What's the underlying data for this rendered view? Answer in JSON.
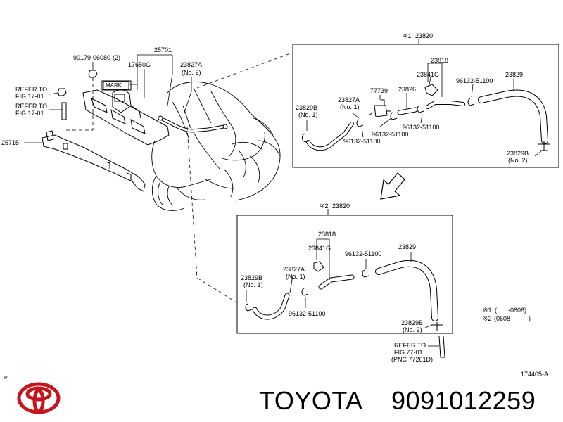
{
  "brand": {
    "name": "TOYOTA",
    "part_number": "9091012259",
    "logo_icon": "toyota-logo-icon",
    "small_mark": "P"
  },
  "diagram_ref": "174405-A",
  "notes": {
    "line1_mark": "※1",
    "line1_paren_open": "(",
    "line1_range": "-0608)",
    "line2_mark": "※2",
    "line2_range": "(0608-",
    "line2_paren_close": ")"
  },
  "main_view": {
    "p_90179": "90179-06080",
    "p_90179_qty": "(2)",
    "p_25701": "25701",
    "p_17650g": "17650G",
    "p_23827a": "23827A",
    "p_23827a_sub": "(No. 2)",
    "mark_label": "MARK",
    "refer1_a": "REFER TO",
    "refer1_b": "FIG   17-01",
    "refer2_a": "REFER TO",
    "refer2_b": "FIG   17-01",
    "p_25715": "25715"
  },
  "box1": {
    "title_mark": "※1",
    "title_part": "23820",
    "p_23818": "23818",
    "p_23841g": "23841G",
    "p_77739": "77739",
    "p_23826": "23826",
    "p_96132_top": "96132-51100",
    "p_23829": "23829",
    "p_23829b": "23829B",
    "p_23829b_sub": "(No. 1)",
    "p_23827a": "23827A",
    "p_23827a_sub": "(No. 1)",
    "p_96132_m1": "96132-51100",
    "p_96132_m2": "96132-51100",
    "p_96132_l": "96132-51100",
    "p_23829b2": "23829B",
    "p_23829b2_sub": "(No. 2)"
  },
  "box2": {
    "title_mark": "※2",
    "title_part": "23820",
    "p_23818": "23818",
    "p_23841g": "23841G",
    "p_96132_top": "96132-51100",
    "p_23829": "23829",
    "p_23829b": "23829B",
    "p_23829b_sub": "(No. 1)",
    "p_23827a": "23827A",
    "p_23827a_sub": "(No. 1)",
    "p_96132_bot": "96132-51100",
    "p_23829b2": "23829B",
    "p_23829b2_sub": "(No. 2)",
    "refer_a": "REFER TO",
    "refer_b": "FIG   77-01",
    "refer_c": "(PNC 77261D)"
  }
}
